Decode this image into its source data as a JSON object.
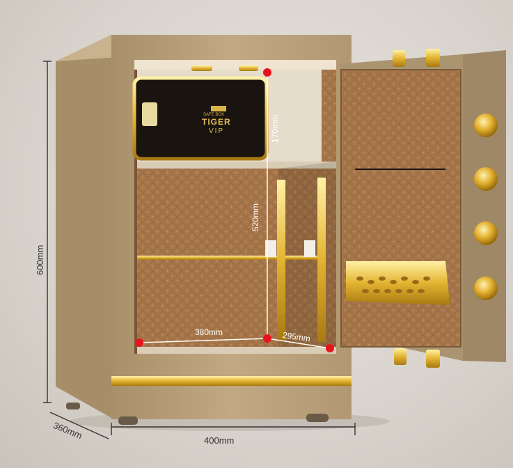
{
  "dimensions": {
    "height": "600mm",
    "width": "400mm",
    "depth": "360mm",
    "top_compartment": "170mm",
    "middle_compartment": "520mm",
    "inner_width": "380mm",
    "inner_depth": "295mm"
  },
  "panel": {
    "brand_small": "SAFE BOX",
    "brand": "TIGER",
    "tier": "VIP"
  },
  "colors": {
    "body": "#b89c72",
    "gold": "#f0c94a",
    "leather": "#a7764a",
    "marker": "#e8141c"
  }
}
